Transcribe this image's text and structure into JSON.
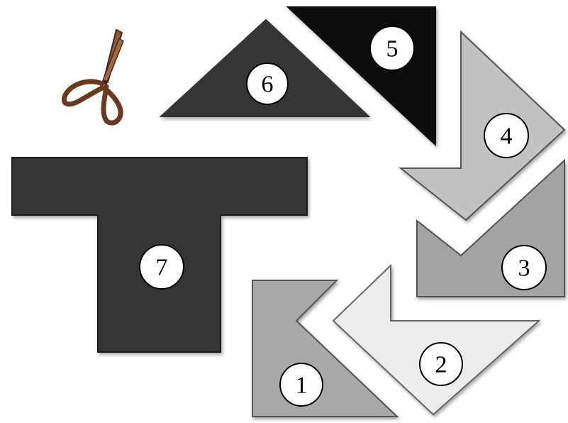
{
  "pieces": [
    {
      "id": "piece-1",
      "label": "1",
      "fill": "#a9a9a9",
      "stroke": "#555555"
    },
    {
      "id": "piece-2",
      "label": "2",
      "fill": "#ececec",
      "stroke": "#666666"
    },
    {
      "id": "piece-3",
      "label": "3",
      "fill": "#a3a3a3",
      "stroke": "#555555"
    },
    {
      "id": "piece-4",
      "label": "4",
      "fill": "#c2c2c2",
      "stroke": "#555555"
    },
    {
      "id": "piece-5",
      "label": "5",
      "fill": "#0e0e0e",
      "stroke": "#0e0e0e"
    },
    {
      "id": "piece-6",
      "label": "6",
      "fill": "#363636",
      "stroke": "#363636"
    },
    {
      "id": "piece-7",
      "label": "7",
      "fill": "#353535",
      "stroke": "#1e1e1e"
    }
  ],
  "icons": {
    "scissors": "scissors-icon"
  }
}
